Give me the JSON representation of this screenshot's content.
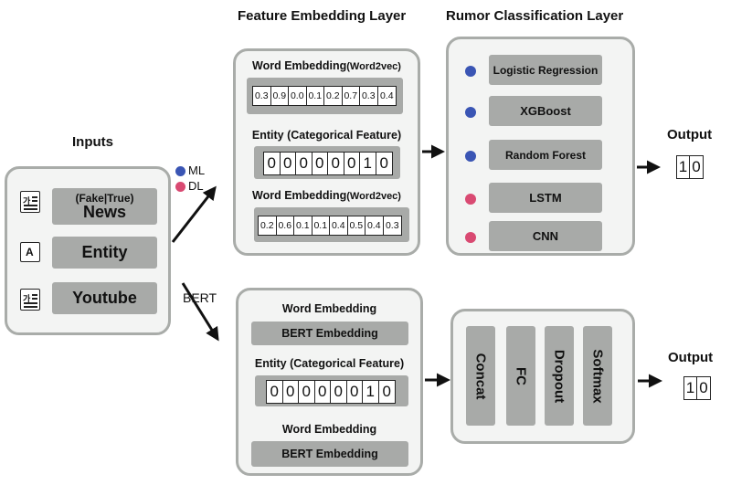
{
  "titles": {
    "inputs": "Inputs",
    "feature_layer": "Feature  Embedding Layer",
    "rumor_layer": "Rumor Classification Layer"
  },
  "legend": {
    "ml": {
      "label": "ML",
      "color": "#3a55b4"
    },
    "dl": {
      "label": "DL",
      "color": "#d94a72"
    }
  },
  "inputs": {
    "news_tag": "(Fake|True)",
    "news": "News",
    "entity": "Entity",
    "youtube": "Youtube",
    "icon_doc_glyph": "가",
    "icon_entity_glyph": "A"
  },
  "branch_label": "BERT",
  "ml_path": {
    "word_embedding_1": {
      "label": "Word Embedding",
      "suffix": "(Word2vec)",
      "values": [
        "0.3",
        "0.9",
        "0.0",
        "0.1",
        "0.2",
        "0.7",
        "0.3",
        "0.4"
      ]
    },
    "entity": {
      "label": "Entity (Categorical Feature)",
      "values": [
        "0",
        "0",
        "0",
        "0",
        "0",
        "0",
        "1",
        "0"
      ]
    },
    "word_embedding_2": {
      "label": "Word Embedding",
      "suffix": "(Word2vec)",
      "values": [
        "0.2",
        "0.6",
        "0.1",
        "0.1",
        "0.4",
        "0.5",
        "0.4",
        "0.3"
      ]
    }
  },
  "classifiers": [
    {
      "label": "Logistic Regression",
      "type": "ML"
    },
    {
      "label": "XGBoost",
      "type": "ML"
    },
    {
      "label": "Random Forest",
      "type": "ML"
    },
    {
      "label": "LSTM",
      "type": "DL"
    },
    {
      "label": "CNN",
      "type": "DL"
    }
  ],
  "dl_path": {
    "word_embedding_1": {
      "label": "Word Embedding",
      "box": "BERT Embedding"
    },
    "entity": {
      "label": "Entity (Categorical Feature)",
      "values": [
        "0",
        "0",
        "0",
        "0",
        "0",
        "0",
        "1",
        "0"
      ]
    },
    "word_embedding_2": {
      "label": "Word Embedding",
      "box": "BERT Embedding"
    }
  },
  "bert_layers": [
    "Concat",
    "FC",
    "Dropout",
    "Softmax"
  ],
  "output_top": {
    "label": "Output",
    "values": [
      "1",
      "0"
    ]
  },
  "output_bottom": {
    "label": "Output",
    "values": [
      "1",
      "0"
    ]
  }
}
